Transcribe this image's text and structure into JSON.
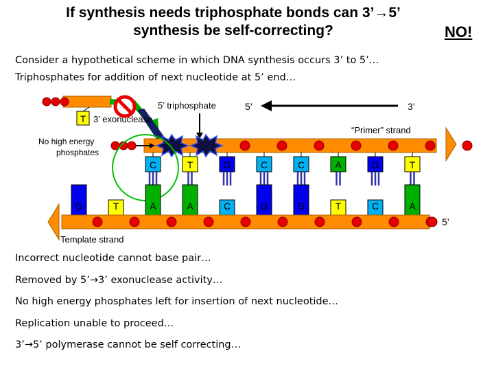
{
  "title": "If synthesis needs triphosphate bonds can 3’→5’ synthesis be self-correcting?",
  "answer": "NO!",
  "intro": [
    "Consider a hypothetical scheme in which DNA synthesis occurs 3’ to 5’…",
    "Triphosphates for addition of next nucleotide at 5’ end…"
  ],
  "diagram": {
    "label_triphosphate": "5’ triphosphate",
    "label_5prime_top": "5’",
    "label_3prime_top": "3’",
    "label_exonuclease": "3’ exonuclease",
    "label_primer": "“Primer” strand",
    "label_no_high_energy": "No high energy phosphates",
    "label_template": "Template strand",
    "label_5prime_bottom": "5’",
    "incoming_base": "T",
    "primer_bases": [
      "C",
      "T",
      "G",
      "C",
      "C",
      "A",
      "G",
      "T"
    ],
    "template_bases": [
      "G",
      "T",
      "A",
      "A",
      "C",
      "G",
      "G",
      "T",
      "C",
      "A"
    ],
    "colors": {
      "backbone": "#ff8c00",
      "phosphate": "#e60000",
      "A": "#00b000",
      "C": "#00b0f0",
      "G": "#0000ee",
      "T": "#ffff00",
      "circle": "#00c000",
      "arrow": "#00b000",
      "bond": "#3333aa"
    }
  },
  "conclusions": [
    "Incorrect nucleotide cannot base pair…",
    "Removed by 5’→3’ exonuclease activity…",
    "No high energy phosphates left for insertion of next nucleotide…",
    "Replication unable to proceed…",
    "3’→5’ polymerase cannot be self correcting…"
  ]
}
